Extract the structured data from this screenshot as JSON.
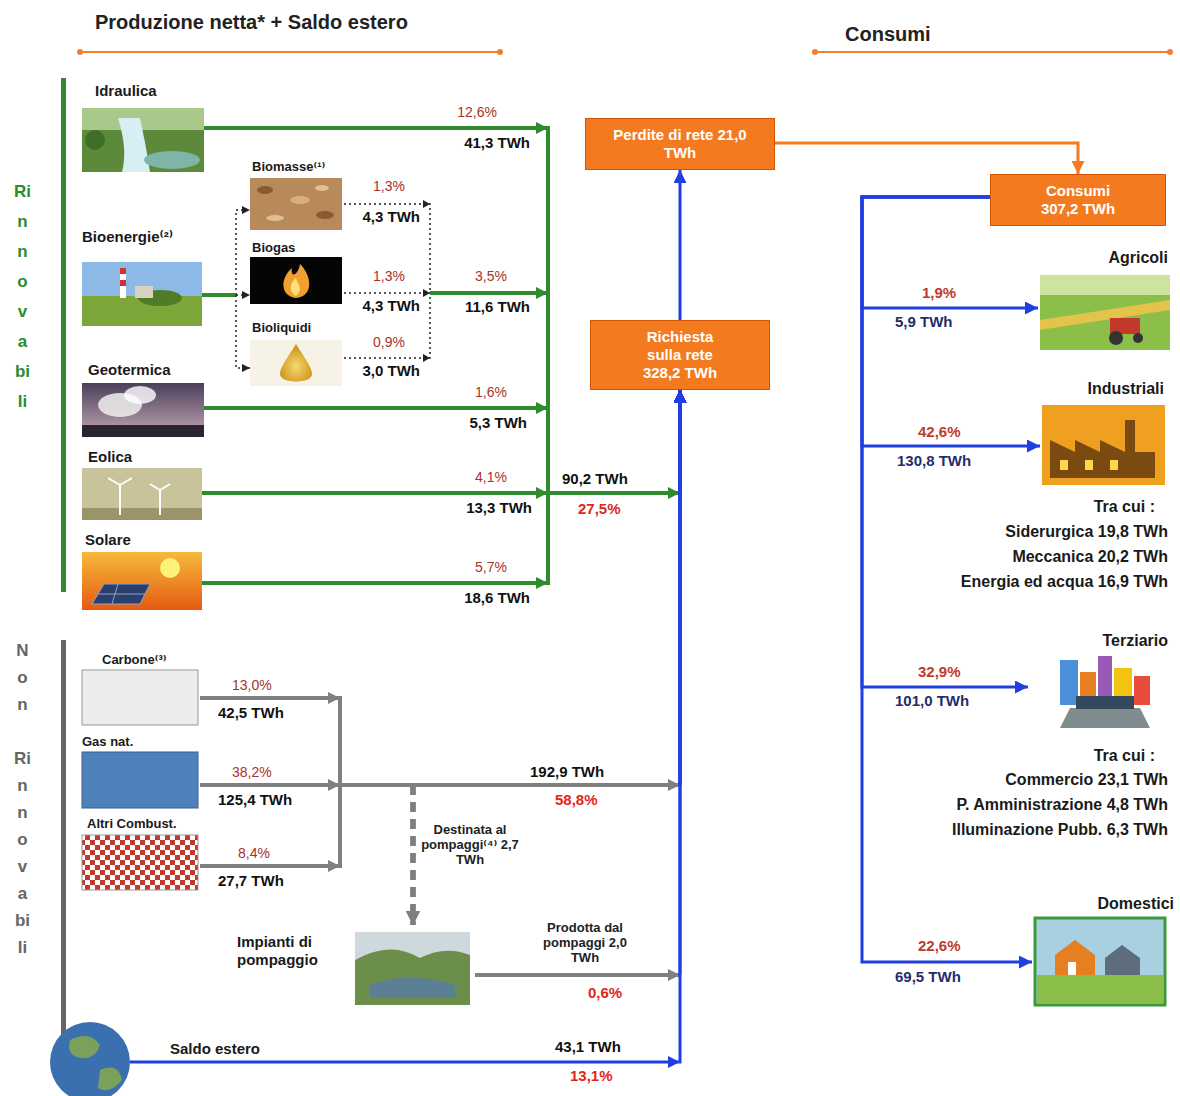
{
  "diagram": {
    "nodes": [
      {
        "text": [
          "Idraulica"
        ]
      },
      {
        "text": [
          "Bioenergie⁽²⁾"
        ]
      },
      {
        "text": [
          "Biomasse⁽¹⁾"
        ]
      },
      {
        "text": [
          "Biogas"
        ]
      },
      {
        "text": [
          "Bioliquidi"
        ]
      },
      {
        "text": [
          "Geotermica"
        ]
      },
      {
        "text": [
          "Eolica"
        ]
      },
      {
        "text": [
          "Solare"
        ]
      },
      {
        "text": [
          "Carbone⁽³⁾"
        ]
      },
      {
        "text": [
          "Gas nat."
        ]
      },
      {
        "text": [
          "Altri Combust."
        ]
      },
      {
        "text": [
          "Impianti di pompaggio"
        ]
      },
      {
        "text": [
          "Saldo estero"
        ]
      },
      {
        "text": [
          "Perdite di rete 21,0 TWh"
        ]
      },
      {
        "text": [
          "Richiesta sulla rete 328,2 TWh"
        ]
      },
      {
        "text": [
          "Consumi 307,2 TWh"
        ]
      },
      {
        "text": [
          "Agricoli"
        ]
      },
      {
        "text": [
          "Industriali"
        ]
      },
      {
        "text": [
          "Terziario"
        ]
      },
      {
        "text": [
          "Domestici"
        ]
      }
    ],
    "edges": [
      {
        "from": 0,
        "to": 14,
        "arrow": "to"
      },
      {
        "from": 1,
        "to": 2,
        "arrow": "to"
      },
      {
        "from": 1,
        "to": 3,
        "arrow": "to"
      },
      {
        "from": 1,
        "to": 4,
        "arrow": "to"
      },
      {
        "from": 2,
        "to": 14,
        "arrow": "to"
      },
      {
        "from": 3,
        "to": 14,
        "arrow": "to"
      },
      {
        "from": 4,
        "to": 14,
        "arrow": "to"
      },
      {
        "from": 5,
        "to": 14,
        "arrow": "to"
      },
      {
        "from": 6,
        "to": 14,
        "arrow": "to"
      },
      {
        "from": 7,
        "to": 14,
        "arrow": "to"
      },
      {
        "from": 8,
        "to": 14,
        "arrow": "to"
      },
      {
        "from": 9,
        "to": 14,
        "arrow": "to"
      },
      {
        "from": 10,
        "to": 14,
        "arrow": "to"
      },
      {
        "from": 8,
        "to": 11,
        "arrow": "to"
      },
      {
        "from": 9,
        "to": 11,
        "label": "Destinata al pompaggi⁽⁴⁾ 2,7 TWh",
        "arrow": "to"
      },
      {
        "from": 10,
        "to": 11,
        "arrow": "to"
      },
      {
        "from": 11,
        "to": 14,
        "label": "Prodotta dal pompaggi 2,0 TWh",
        "arrow": "to"
      },
      {
        "from": 12,
        "to": 14,
        "arrow": "to"
      },
      {
        "from": 14,
        "to": 13,
        "arrow": "to"
      },
      {
        "from": 13,
        "to": 15,
        "arrow": "to"
      },
      {
        "from": 15,
        "to": 16,
        "arrow": "to"
      },
      {
        "from": 15,
        "to": 17,
        "arrow": "to"
      },
      {
        "from": 15,
        "to": 18,
        "arrow": "to"
      },
      {
        "from": 15,
        "to": 19,
        "arrow": "to"
      }
    ],
    "labels": [
      "Produzione netta* + Saldo estero",
      "Consumi",
      "Rinnovabili",
      "Non",
      "Rinnovabili",
      "12,6%",
      "41,3 TWh",
      "1,3%",
      "4,3 TWh",
      "1,3%",
      "4,3 TWh",
      "0,9%",
      "3,0 TWh",
      "3,5%",
      "11,6 TWh",
      "1,6%",
      "5,3 TWh",
      "4,1%",
      "13,3 TWh",
      "5,7%",
      "18,6 TWh",
      "90,2 TWh",
      "27,5%",
      "13,0%",
      "42,5 TWh",
      "38,2%",
      "125,4 TWh",
      "8,4%",
      "27,7 TWh",
      "192,9 TWh",
      "58,8%",
      "0,6%",
      "43,1 TWh",
      "13,1%",
      "1,9%",
      "5,9 TWh",
      "42,6%",
      "130,8 TWh",
      "Tra cui :",
      "Siderurgica 19,8 TWh",
      "Meccanica 20,2 TWh",
      "Energia ed acqua 16,9 TWh",
      "32,9%",
      "101,0 TWh",
      "Tra cui :",
      "Commercio 23,1 TWh",
      "P. Amministrazione 4,8 TWh",
      "Illuminazione Pubb. 6,3 TWh",
      "22,6%",
      "69,5 TWh"
    ]
  }
}
